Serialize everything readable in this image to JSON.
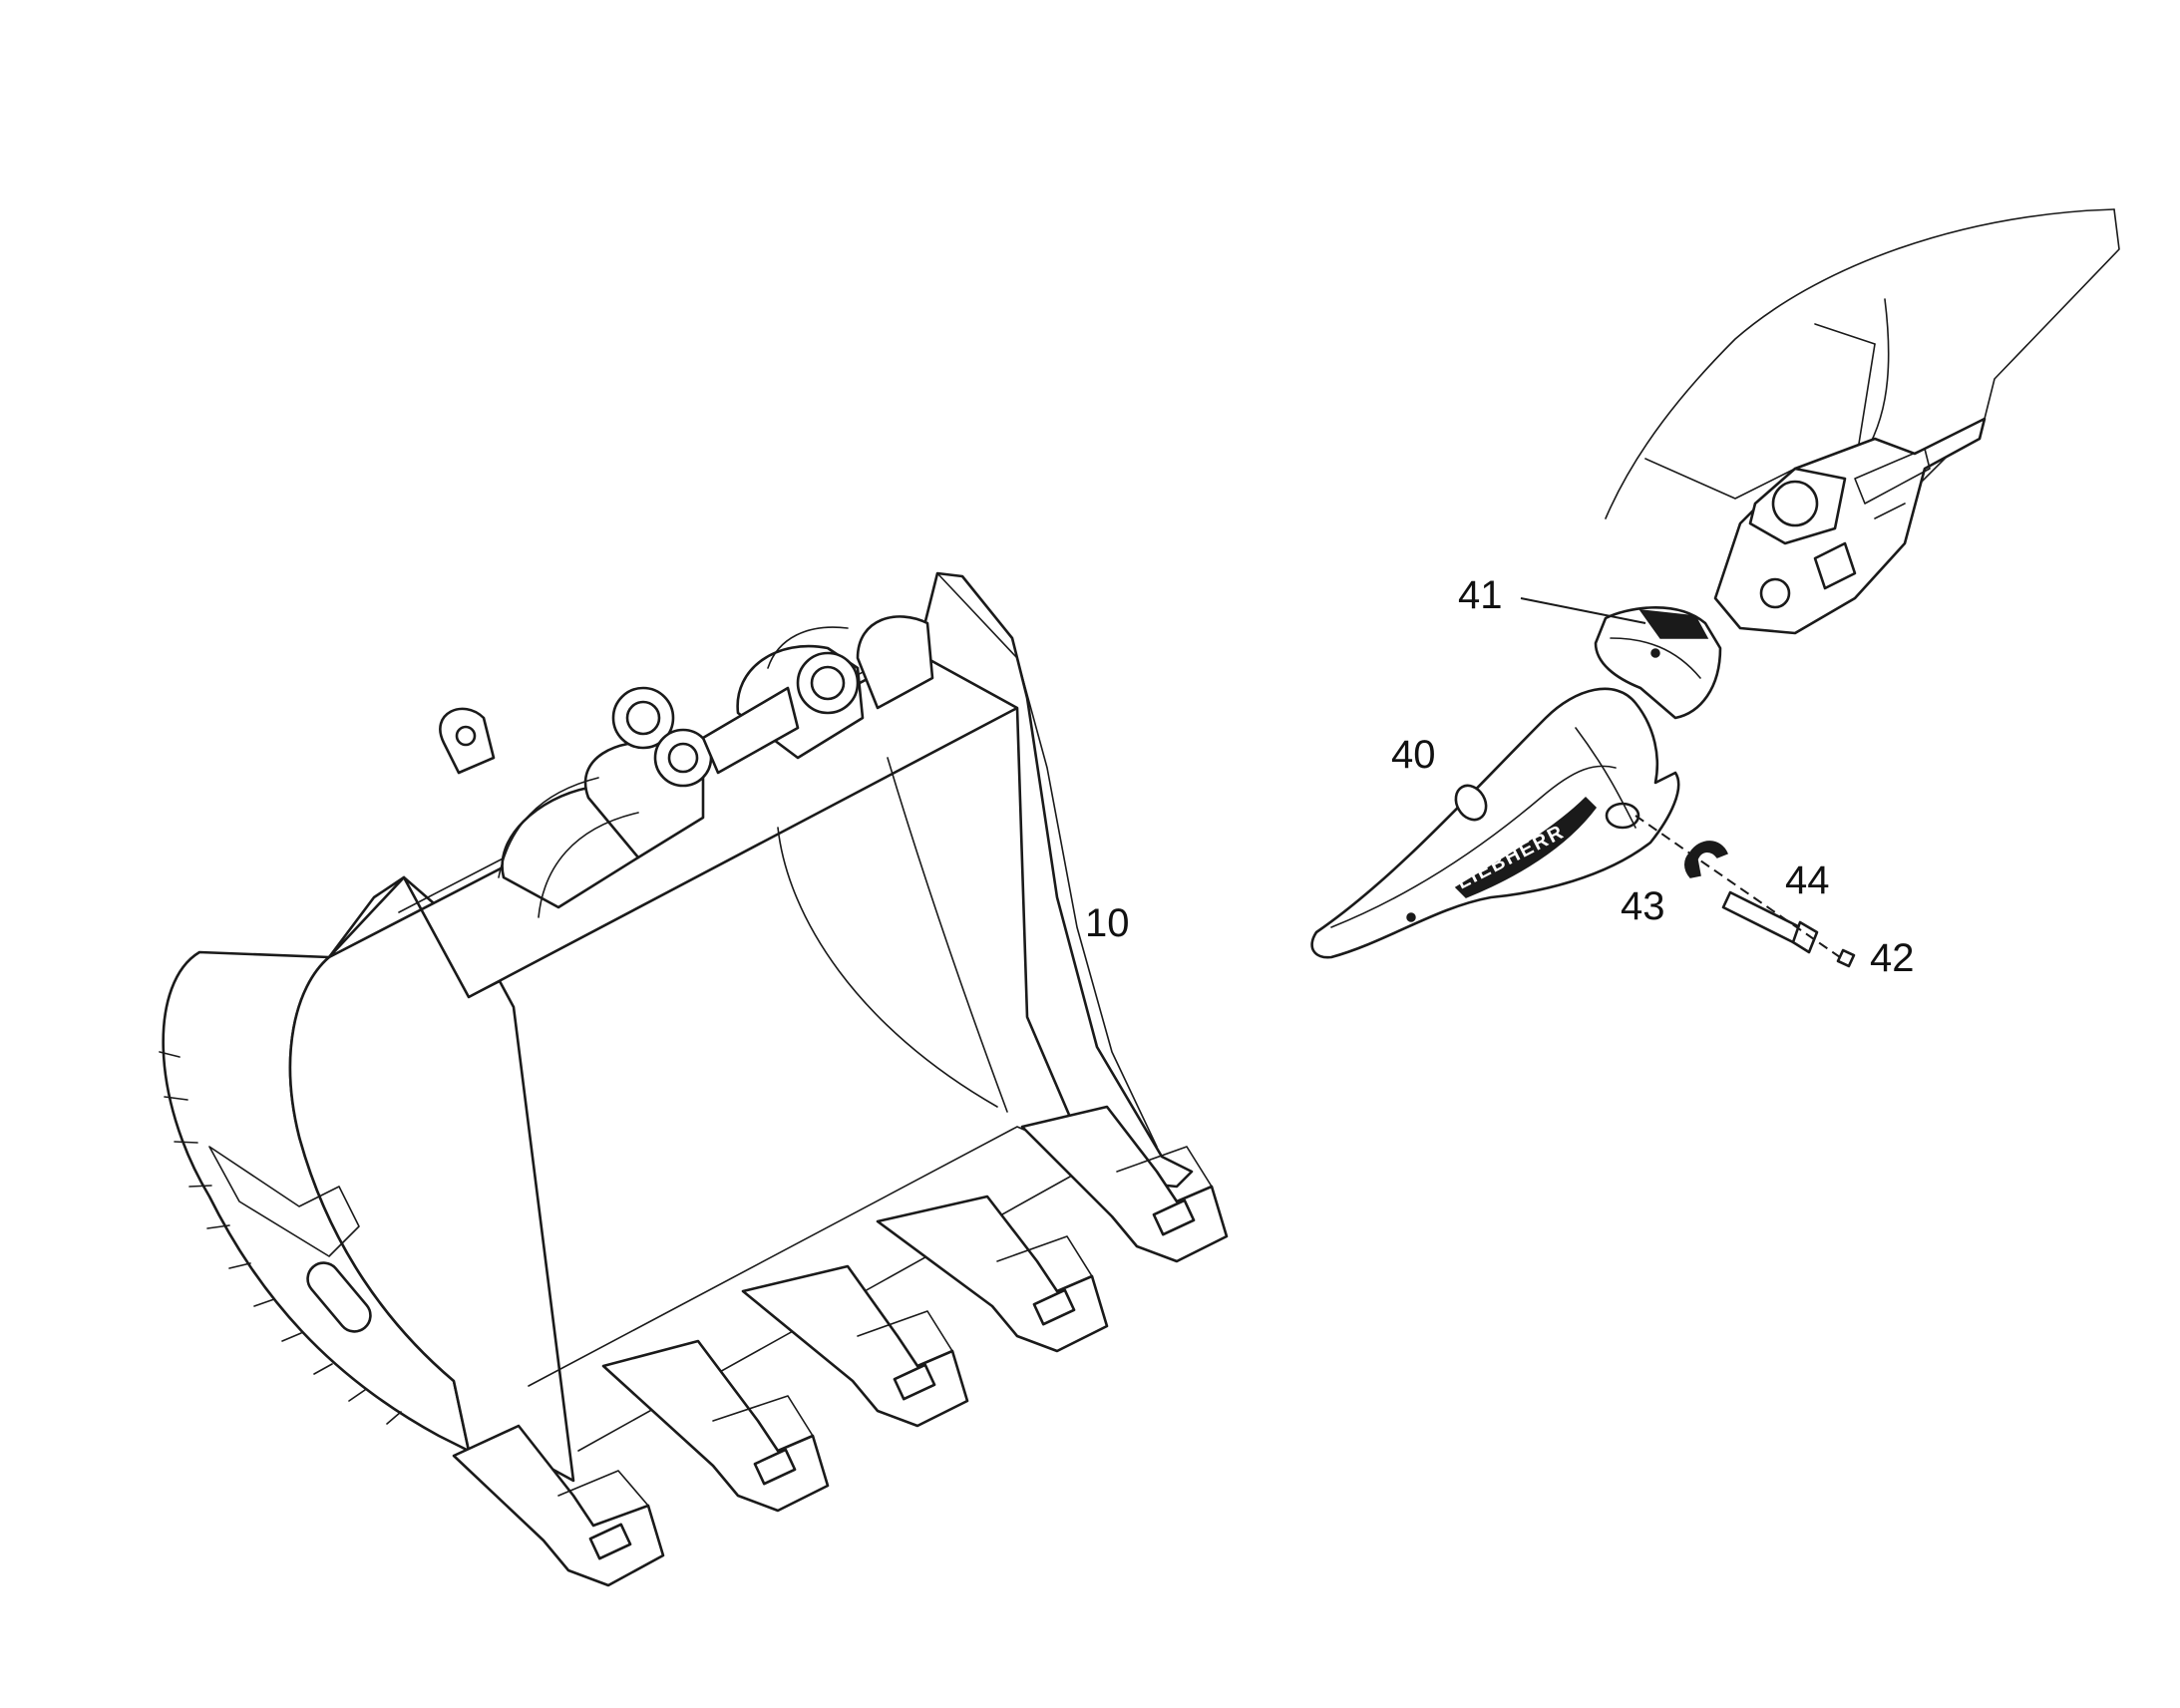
{
  "callouts": {
    "bucket": "10",
    "tooth": "40",
    "protector": "41",
    "pin_retainer": "42",
    "lock_washer": "43",
    "pin": "44"
  },
  "tooth_brand_text": "LIEBHERR"
}
